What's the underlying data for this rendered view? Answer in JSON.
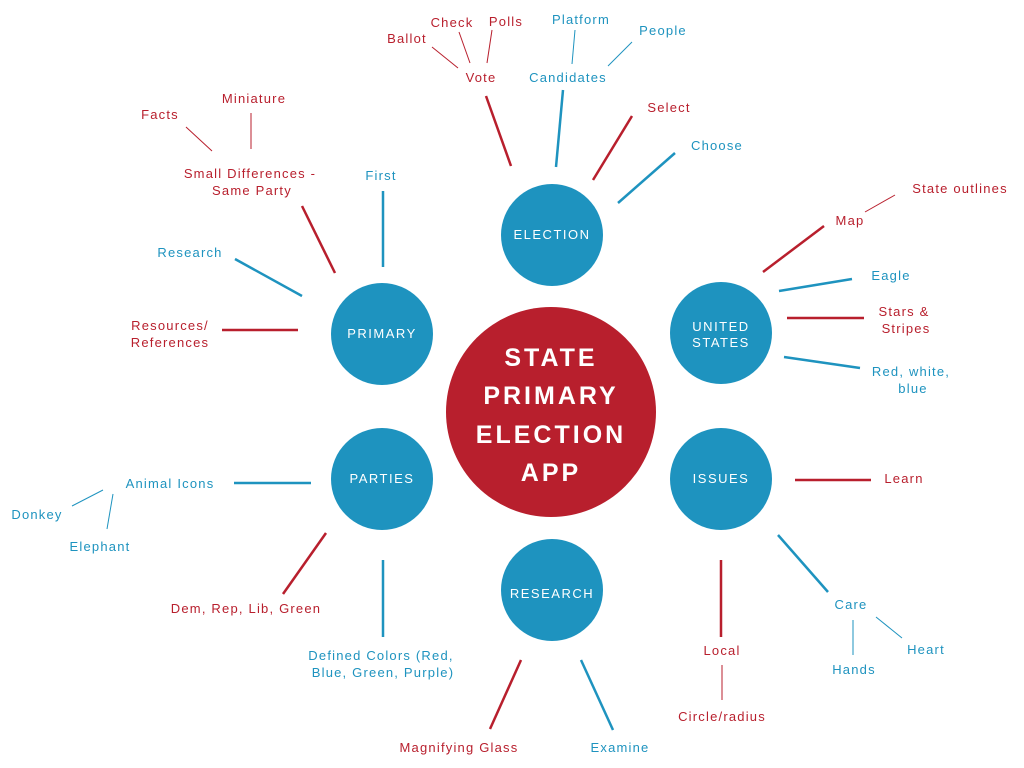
{
  "center": {
    "lines": [
      "STATE",
      "PRIMARY",
      "ELECTION",
      "APP"
    ]
  },
  "nodes": {
    "election": "ELECTION",
    "united_states": [
      "UNITED",
      "STATES"
    ],
    "issues": "ISSUES",
    "research": "RESEARCH",
    "parties": "PARTIES",
    "primary": "PRIMARY"
  },
  "election_branch": {
    "vote": "Vote",
    "ballot": "Ballot",
    "check": "Check",
    "polls": "Polls",
    "candidates": "Candidates",
    "platform": "Platform",
    "people": "People",
    "select": "Select",
    "choose": "Choose"
  },
  "united_states_branch": {
    "map": "Map",
    "state_outlines": "State outlines",
    "eagle": "Eagle",
    "stars_stripes": [
      "Stars &",
      "Stripes"
    ],
    "red_white_blue": [
      "Red, white,",
      "blue"
    ]
  },
  "issues_branch": {
    "learn": "Learn",
    "care": "Care",
    "heart": "Heart",
    "hands": "Hands",
    "local": "Local",
    "circle_radius": "Circle/radius"
  },
  "research_branch": {
    "magnifying_glass": "Magnifying Glass",
    "examine": "Examine"
  },
  "parties_branch": {
    "animal_icons": "Animal Icons",
    "donkey": "Donkey",
    "elephant": "Elephant",
    "dem_rep": "Dem, Rep, Lib, Green",
    "defined_colors": [
      "Defined Colors (Red,",
      "Blue, Green, Purple)"
    ]
  },
  "primary_branch": {
    "first": "First",
    "small_differences": [
      "Small Differences -",
      "Same Party"
    ],
    "facts": "Facts",
    "miniature": "Miniature",
    "research": "Research",
    "resources": [
      "Resources/",
      "References"
    ]
  },
  "colors": {
    "red": "#b81f2d",
    "blue": "#1e93bf",
    "background": "#ffffff"
  }
}
